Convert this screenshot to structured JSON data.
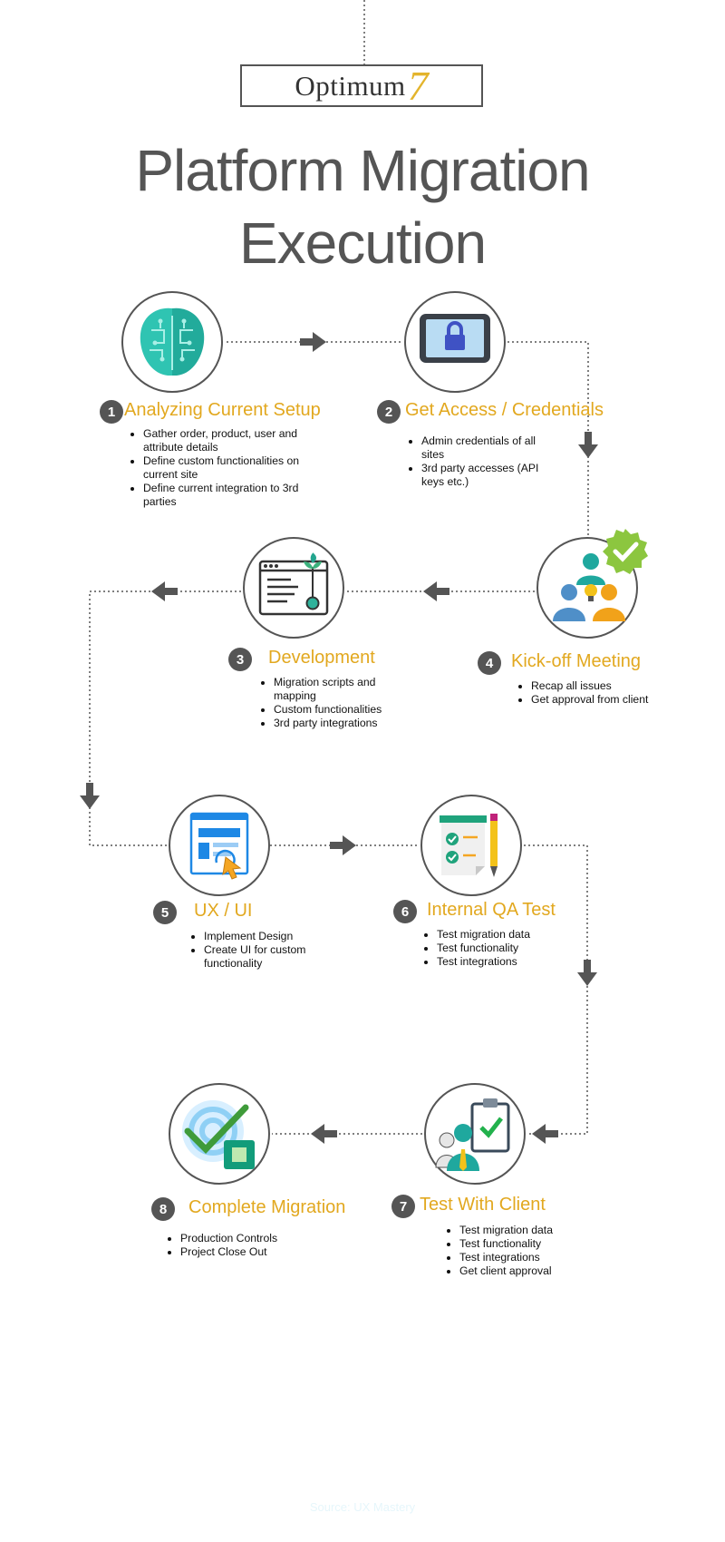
{
  "logo": {
    "word": "Optimum",
    "number": "7"
  },
  "title": {
    "line1": "Platform Migration",
    "line2": "Execution"
  },
  "steps": [
    {
      "number": "1",
      "title": "Analyzing Current Setup",
      "icon": "brain-icon",
      "items": [
        "Gather order, product, user and attribute details",
        "Define custom functionalities on current site",
        "Define current integration to 3rd parties"
      ]
    },
    {
      "number": "2",
      "title": "Get Access / Credentials",
      "icon": "tablet-lock-icon",
      "items": [
        "Admin credentials of all sites",
        "3rd party accesses (API keys etc.)"
      ]
    },
    {
      "number": "3",
      "title": "Development",
      "icon": "browser-code-icon",
      "items": [
        "Migration scripts and mapping",
        "Custom functionalities",
        "3rd party integrations"
      ]
    },
    {
      "number": "4",
      "title": "Kick-off Meeting",
      "icon": "team-idea-icon",
      "items": [
        "Recap all issues",
        "Get approval from client"
      ]
    },
    {
      "number": "5",
      "title": "UX / UI",
      "icon": "web-design-icon",
      "items": [
        "Implement Design",
        "Create UI for custom functionality"
      ]
    },
    {
      "number": "6",
      "title": "Internal QA Test",
      "icon": "checklist-pencil-icon",
      "items": [
        "Test migration data",
        "Test functionality",
        "Test integrations"
      ]
    },
    {
      "number": "7",
      "title": "Test With Client",
      "icon": "client-clipboard-icon",
      "items": [
        "Test migration data",
        "Test functionality",
        "Test integrations",
        "Get client approval"
      ]
    },
    {
      "number": "8",
      "title": "Complete Migration",
      "icon": "target-check-icon",
      "items": [
        "Production Controls",
        "Project Close Out"
      ]
    }
  ],
  "source": "Source: UX Mastery",
  "colors": {
    "accent": "#e2a81f",
    "dark": "#555555",
    "teal": "#26b5a3",
    "green": "#7cc142"
  }
}
